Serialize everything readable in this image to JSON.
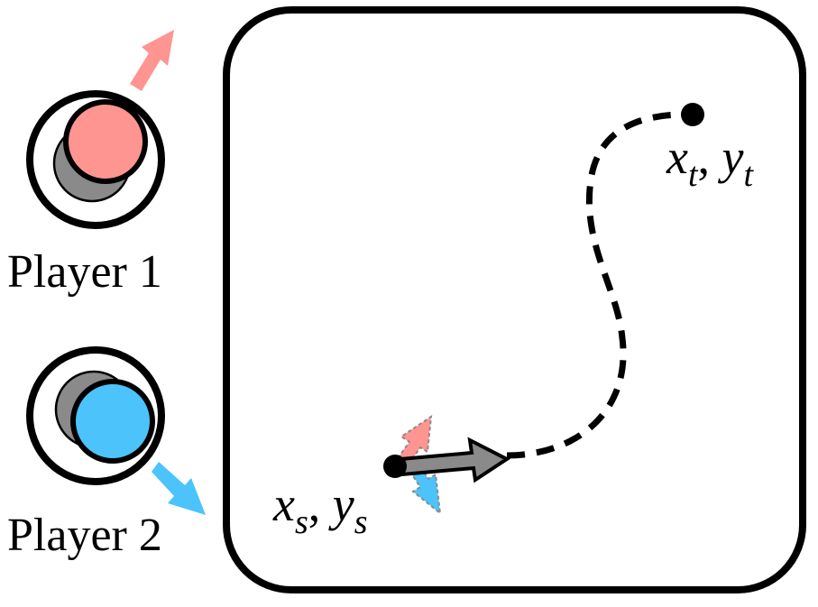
{
  "players": [
    {
      "label": "Player 1",
      "color": "#ff9591",
      "arrow_direction": "up-right"
    },
    {
      "label": "Player 2",
      "color": "#4cc3fb",
      "arrow_direction": "down-right"
    }
  ],
  "arena": {
    "start": {
      "x": "x",
      "x_sub": "s",
      "sep": ", ",
      "y": "y",
      "y_sub": "s"
    },
    "target": {
      "x": "x",
      "x_sub": "t",
      "sep": ", ",
      "y": "y",
      "y_sub": "t"
    },
    "path_style": "dashed",
    "combined_arrow_color": "#8a8a8a"
  },
  "colors": {
    "shadow": "#8a8a8a",
    "outline": "#000000"
  }
}
